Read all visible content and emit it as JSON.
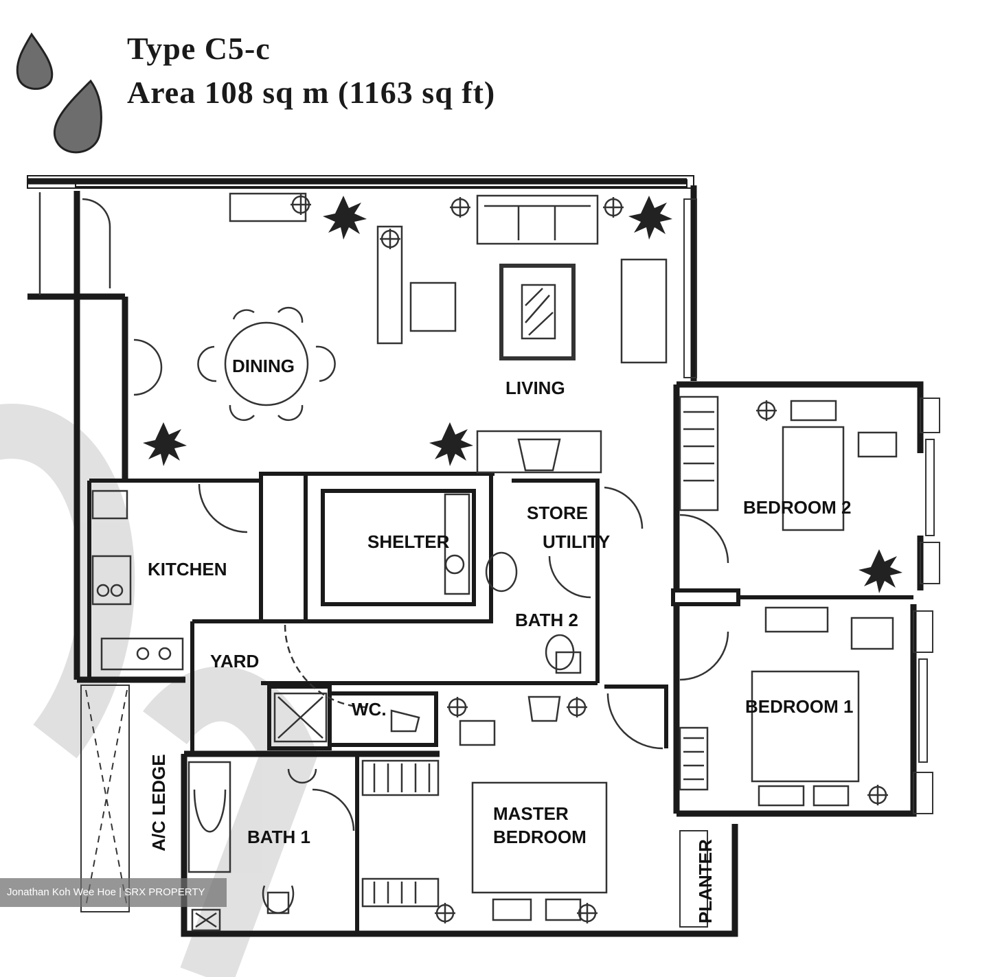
{
  "header": {
    "type_label": "Type C5-c",
    "area_label": "Area 108 sq m (1163 sq ft)"
  },
  "rooms": {
    "dining": "DINING",
    "living": "LIVING",
    "kitchen": "KITCHEN",
    "store": "STORE",
    "household_shelter": "SHELTER",
    "utility": "UTILITY",
    "bath2": "BATH 2",
    "yard": "YARD",
    "wc": "WC.",
    "bedroom1": "BEDROOM 1",
    "bedroom2": "BEDROOM 2",
    "master_bedroom_line1": "MASTER",
    "master_bedroom_line2": "BEDROOM",
    "bath1": "BATH 1",
    "ac_ledge": "A/C LEDGE",
    "planter": "PLANTER"
  },
  "watermark": {
    "credit": "Jonathan Koh Wee Hoe | SRX PROPERTY",
    "color": "#9a9a9a"
  },
  "colors": {
    "wall": "#1a1a1a",
    "fixture": "#333333",
    "compass": "#555555"
  }
}
